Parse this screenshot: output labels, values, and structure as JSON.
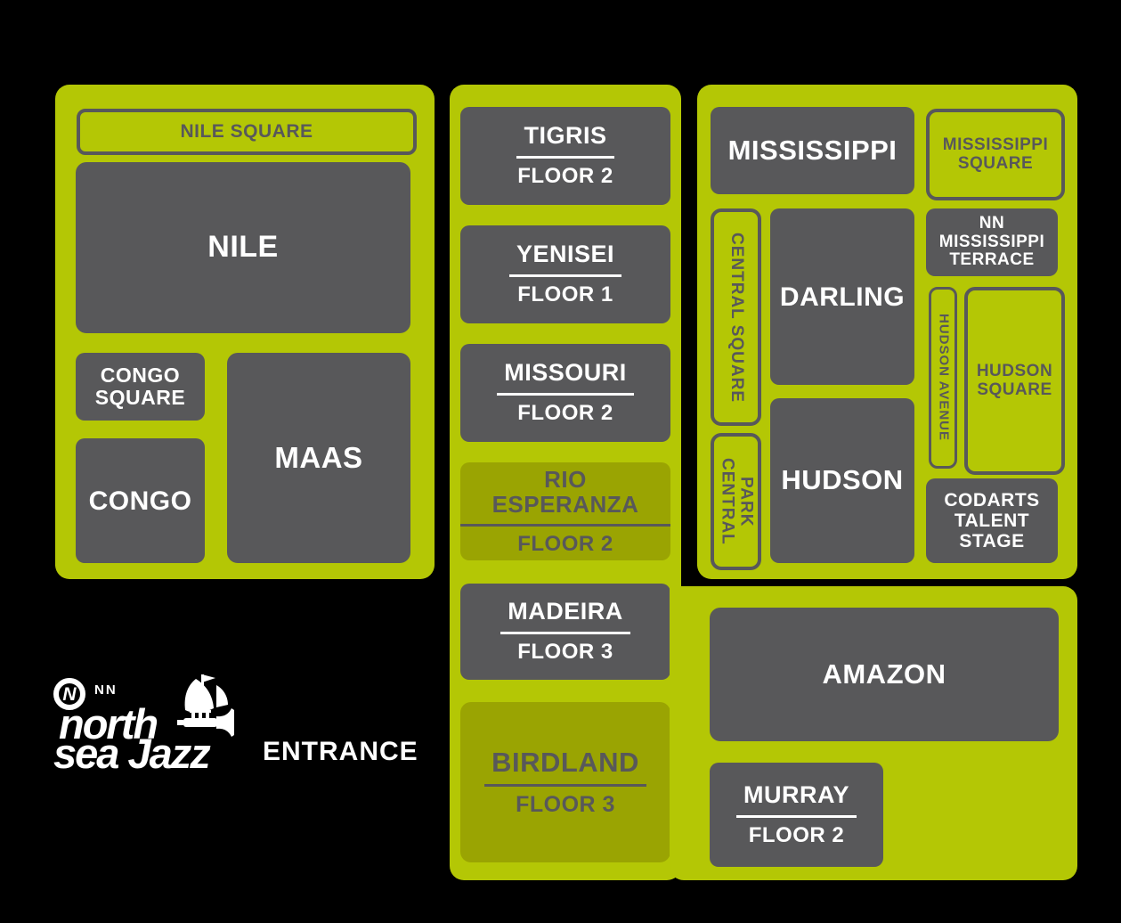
{
  "colors": {
    "background": "#000000",
    "panel_green": "#b4c705",
    "olive_green": "#9aa402",
    "dark_gray": "#58585a",
    "white": "#ffffff"
  },
  "logo": {
    "circle_letter": "N",
    "nn_label": "NN",
    "title_line1": "north",
    "title_line2": "sea Jazz"
  },
  "entrance": {
    "label": "ENTRANCE"
  },
  "panels": {
    "west": {
      "rooms": {
        "nile_square": {
          "name": "NILE SQUARE"
        },
        "nile": {
          "name": "NILE"
        },
        "congo_square": {
          "name": "CONGO\nSQUARE"
        },
        "congo": {
          "name": "CONGO"
        },
        "maas": {
          "name": "MAAS"
        }
      }
    },
    "middle": {
      "rooms": {
        "tigris": {
          "name": "TIGRIS",
          "floor": "FLOOR 2"
        },
        "yenisei": {
          "name": "YENISEI",
          "floor": "FLOOR 1"
        },
        "missouri": {
          "name": "MISSOURI",
          "floor": "FLOOR 2"
        },
        "rio_esperanza": {
          "name": "RIO ESPERANZA",
          "floor": "FLOOR 2"
        },
        "madeira": {
          "name": "MADEIRA",
          "floor": "FLOOR 3"
        },
        "birdland": {
          "name": "BIRDLAND",
          "floor": "FLOOR 3"
        }
      }
    },
    "northeast": {
      "rooms": {
        "mississippi": {
          "name": "MISSISSIPPI"
        },
        "mississippi_square": {
          "name": "MISSISSIPPI\nSQUARE"
        },
        "central_square": {
          "name": "CENTRAL SQUARE"
        },
        "darling": {
          "name": "DARLING"
        },
        "nn_mississippi_terrace": {
          "name": "NN\nMISSISSIPPI\nTERRACE"
        },
        "hudson_avenue": {
          "name": "HUDSON AVENUE"
        },
        "hudson_square": {
          "name": "HUDSON\nSQUARE"
        },
        "central_park": {
          "name": "CENTRAL\nPARK"
        },
        "hudson": {
          "name": "HUDSON"
        },
        "codarts_talent_stage": {
          "name": "CODARTS\nTALENT\nSTAGE"
        }
      }
    },
    "southeast": {
      "rooms": {
        "amazon": {
          "name": "AMAZON"
        },
        "murray": {
          "name": "MURRAY",
          "floor": "FLOOR 2"
        }
      }
    }
  }
}
